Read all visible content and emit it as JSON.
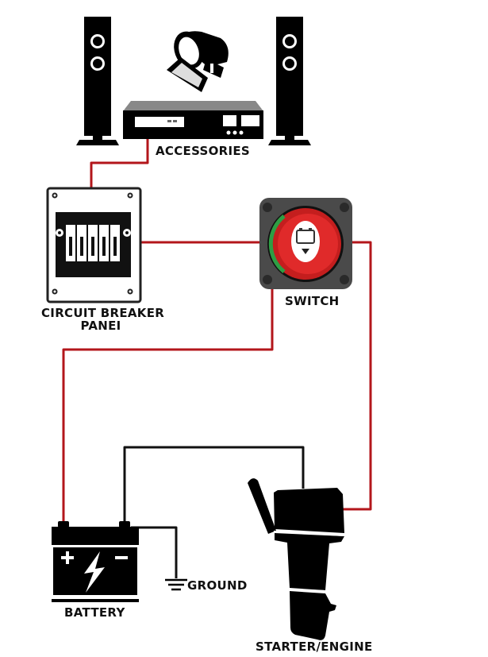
{
  "diagram": {
    "type": "wiring-diagram",
    "colors": {
      "positive_wire": "#b3161b",
      "negative_wire": "#111111",
      "switch_body": "#4a4a4a",
      "switch_knob": "#e02a2a",
      "switch_green": "#2e9e44"
    },
    "labels": {
      "accessories": "ACCESSORIES",
      "breaker_line1": "CIRCUIT BREAKER",
      "breaker_line2": "PANEI",
      "switch": "SWITCH",
      "battery": "BATTERY",
      "ground": "GROUND",
      "engine": "STARTER/ENGINE"
    },
    "components": [
      {
        "id": "accessories",
        "icons": [
          "speaker-icon",
          "spotlight-icon",
          "amplifier-icon",
          "speaker-icon"
        ]
      },
      {
        "id": "circuit-breaker-panel",
        "breaker_count": 5
      },
      {
        "id": "battery-switch",
        "icon": "battery-icon"
      },
      {
        "id": "battery",
        "terminals": [
          "+",
          "-"
        ]
      },
      {
        "id": "ground"
      },
      {
        "id": "starter-engine",
        "icon": "outboard-motor-icon"
      }
    ],
    "connections": [
      {
        "from": "accessories",
        "to": "circuit-breaker-panel",
        "wire": "positive"
      },
      {
        "from": "circuit-breaker-panel",
        "to": "battery-switch",
        "wire": "positive"
      },
      {
        "from": "battery-switch",
        "to": "battery (+)",
        "wire": "positive"
      },
      {
        "from": "battery-switch",
        "to": "starter-engine",
        "wire": "positive"
      },
      {
        "from": "battery (-)",
        "to": "starter-engine",
        "wire": "negative"
      },
      {
        "from": "battery (-)",
        "to": "ground",
        "wire": "negative"
      }
    ]
  }
}
